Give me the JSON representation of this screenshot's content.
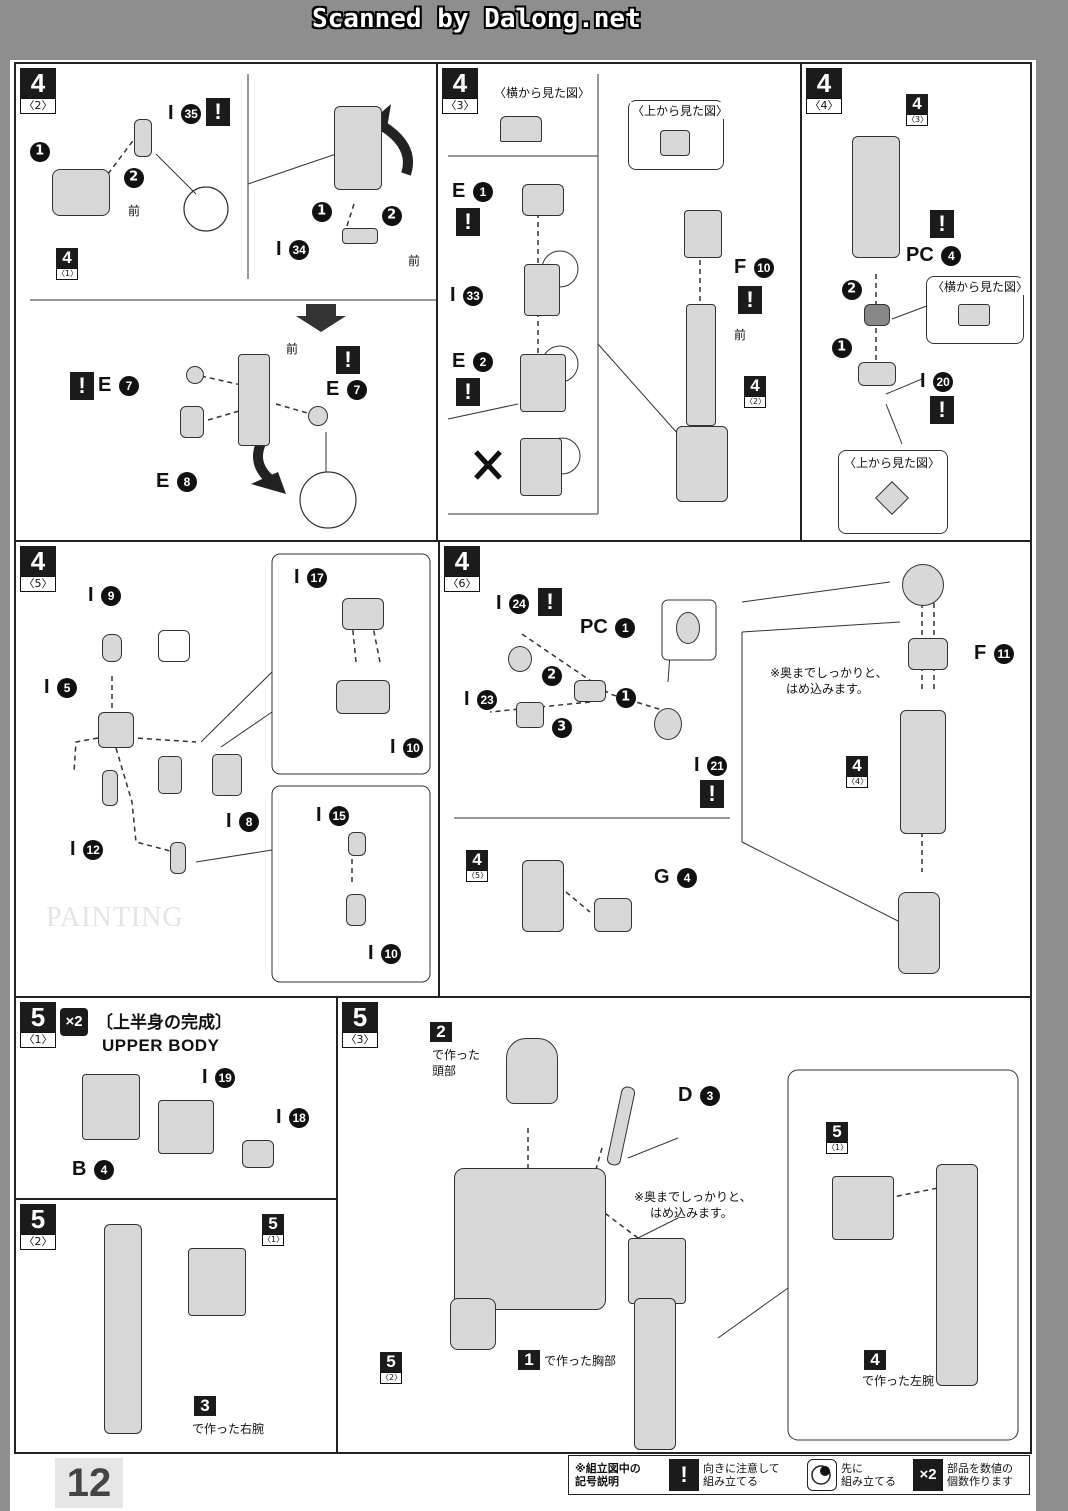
{
  "header": {
    "scan_credit": "Scanned by Dalong.net"
  },
  "page_number": "12",
  "watermark": "PAINTING",
  "panels": {
    "p4_2": {
      "step": "4",
      "sub": "〈2〉",
      "labels": {
        "i35": "I",
        "i35_num": "35",
        "i34": "I",
        "i34_num": "34",
        "e7a": "E",
        "e7a_num": "7",
        "e7b": "E",
        "e7b_num": "7",
        "e8": "E",
        "e8_num": "8"
      },
      "front_a": "前",
      "front_b": "前",
      "front_c": "前",
      "ref": {
        "num": "4",
        "sub": "〈1〉"
      },
      "steps": [
        "1",
        "2",
        "1",
        "2"
      ]
    },
    "p4_3": {
      "step": "4",
      "sub": "〈3〉",
      "side_view": "〈横から見た図〉",
      "top_view": "〈上から見た図〉",
      "labels": {
        "e1": "E",
        "e1_num": "1",
        "i33": "I",
        "i33_num": "33",
        "e2": "E",
        "e2_num": "2",
        "f10": "F",
        "f10_num": "10"
      },
      "front": "前",
      "ref": {
        "num": "4",
        "sub": "〈2〉"
      },
      "wrong": "✕"
    },
    "p4_4": {
      "step": "4",
      "sub": "〈4〉",
      "ref": {
        "num": "4",
        "sub": "〈3〉"
      },
      "labels": {
        "pc4": "PC",
        "pc4_num": "4",
        "i20": "I",
        "i20_num": "20"
      },
      "side_view": "〈横から見た図〉",
      "top_view": "〈上から見た図〉",
      "steps": [
        "2",
        "1"
      ]
    },
    "p4_5": {
      "step": "4",
      "sub": "〈5〉",
      "labels": {
        "i9": "I",
        "i9_num": "9",
        "i5": "I",
        "i5_num": "5",
        "i12": "I",
        "i12_num": "12",
        "i8": "I",
        "i8_num": "8",
        "i17": "I",
        "i17_num": "17",
        "i10a": "I",
        "i10a_num": "10",
        "i15": "I",
        "i15_num": "15",
        "i10b": "I",
        "i10b_num": "10"
      }
    },
    "p4_6": {
      "step": "4",
      "sub": "〈6〉",
      "labels": {
        "i24": "I",
        "i24_num": "24",
        "pc1": "PC",
        "pc1_num": "1",
        "i23": "I",
        "i23_num": "23",
        "i21": "I",
        "i21_num": "21",
        "f11": "F",
        "f11_num": "11",
        "g4": "G",
        "g4_num": "4"
      },
      "note": [
        "※奥までしっかりと、",
        "はめ込みます。"
      ],
      "ref_a": {
        "num": "4",
        "sub": "〈4〉"
      },
      "ref_b": {
        "num": "4",
        "sub": "〈5〉"
      },
      "steps": [
        "2",
        "1",
        "3"
      ]
    },
    "p5_1": {
      "step": "5",
      "sub": "〈1〉",
      "times": "×2",
      "title_jp": "〔上半身の完成〕",
      "title_en": "UPPER BODY",
      "labels": {
        "i19": "I",
        "i19_num": "19",
        "i18": "I",
        "i18_num": "18",
        "b4": "B",
        "b4_num": "4"
      }
    },
    "p5_2": {
      "step": "5",
      "sub": "〈2〉",
      "ref": {
        "num": "5",
        "sub": "〈1〉"
      },
      "ref3": {
        "num": "3",
        "caption": "で作った右腕"
      }
    },
    "p5_3": {
      "step": "5",
      "sub": "〈3〉",
      "head_ref": {
        "num": "2",
        "caption_a": "で作った",
        "caption_b": "頭部"
      },
      "labels": {
        "d3": "D",
        "d3_num": "3"
      },
      "note": [
        "※奥までしっかりと、",
        "はめ込みます。"
      ],
      "chest_ref": {
        "num": "1",
        "caption": "で作った胸部"
      },
      "ref5_2": {
        "num": "5",
        "sub": "〈2〉"
      },
      "ref5_1": {
        "num": "5",
        "sub": "〈1〉"
      },
      "left_arm": {
        "num": "4",
        "caption": "で作った左腕"
      }
    }
  },
  "legend": {
    "heading_a": "※組立図中の",
    "heading_b": "記号説明",
    "warn_icon": "!",
    "warn_a": "向きに注意して",
    "warn_b": "組み立てる",
    "first_a": "先に",
    "first_b": "組み立てる",
    "times_icon": "×2",
    "times_a": "部品を数値の",
    "times_b": "個数作ります"
  }
}
